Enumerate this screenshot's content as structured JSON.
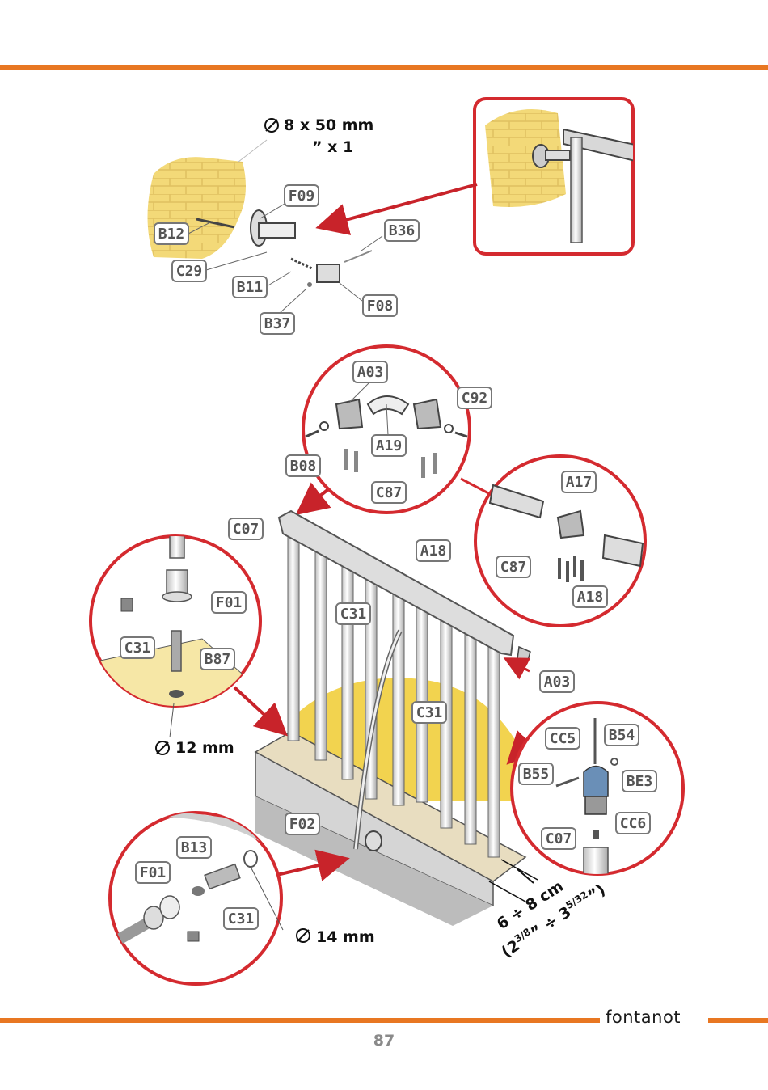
{
  "page": {
    "number": "87",
    "brand": "fontanot"
  },
  "measurements": {
    "top_fixing": "8 x 50 mm",
    "top_qty": "” x 1",
    "hole_12": "12 mm",
    "hole_14": "14 mm",
    "spacing": "6 ÷ 8 cm",
    "spacing_in_a": "(2",
    "spacing_in_b": "3/8",
    "spacing_in_c": "” ÷ 3",
    "spacing_in_d": "5/32",
    "spacing_in_e": "”)"
  },
  "labels": {
    "f09": "F09",
    "b12": "B12",
    "b36": "B36",
    "c29": "C29",
    "b11": "B11",
    "f08": "F08",
    "b37": "B37",
    "a03_top": "A03",
    "c92": "C92",
    "a19": "A19",
    "b08": "B08",
    "c87_top": "C87",
    "a17": "A17",
    "c87_right": "C87",
    "a18_right": "A18",
    "c07_top": "C07",
    "a18_rail": "A18",
    "c31_upper": "C31",
    "c31_lower": "C31",
    "a03_end": "A03",
    "f02": "F02",
    "f01_left": "F01",
    "c31_left": "C31",
    "b87": "B87",
    "cc5": "CC5",
    "b54": "B54",
    "b55": "B55",
    "be3": "BE3",
    "cc6": "CC6",
    "c07_right": "C07",
    "b13": "B13",
    "f01_bottom": "F01",
    "c31_bottom": "C31"
  },
  "colors": {
    "accent": "#e87722",
    "circle_red": "#d42a2f",
    "arrow_red": "#c8232a",
    "brick": "#f1d56b"
  }
}
